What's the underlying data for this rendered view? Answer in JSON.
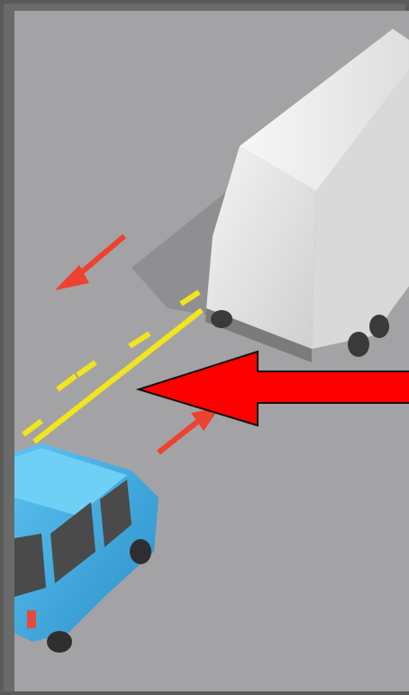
{
  "scene": {
    "description_elements": [
      "truck",
      "car",
      "road-center-lines",
      "motion-arrows",
      "pointer-arrow"
    ],
    "colors": {
      "road": "#a3a3a5",
      "frame": "#5a5a5a",
      "truck_body": "#e6e6e6",
      "truck_shadow": "#8f8f92",
      "car_body": "#3ba7df",
      "center_line": "#f3e51b",
      "motion_arrow": "#ef4130",
      "pointer_arrow": "#ff0000"
    }
  }
}
